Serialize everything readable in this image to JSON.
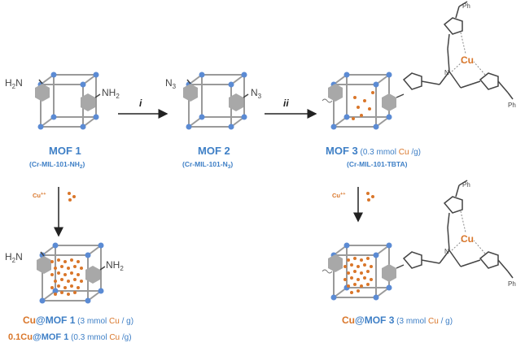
{
  "colors": {
    "blue": "#3e7fc6",
    "orange": "#d9762a",
    "gray": "#9a9a9a",
    "dark": "#444444",
    "node": "#5b8bd4"
  },
  "mof1": {
    "title": "MOF 1",
    "sub": "(Cr-MIL-101-NH",
    "sub_sub": "2",
    "sub_end": ")",
    "left_group": "H",
    "left_group_sub": "2",
    "left_group_end": "N",
    "right_group": "NH",
    "right_group_sub": "2"
  },
  "mof2": {
    "title": "MOF 2",
    "sub": "(Cr-MIL-101-N",
    "sub_sub": "3",
    "sub_end": ")",
    "left_group": "N",
    "left_group_sub": "3",
    "right_group": "N",
    "right_group_sub": "3"
  },
  "mof3": {
    "title": "MOF 3",
    "loading_open": " (0.3 mmol ",
    "loading_cu": "Cu",
    "loading_close": " /g)",
    "sub": "(Cr-MIL-101-TBTA)"
  },
  "arrows": {
    "step1": "i",
    "step2": "ii"
  },
  "reagent": {
    "cu_ion": "Cu",
    "cu_charge": "++"
  },
  "ligand": {
    "metal": "Cu",
    "ph": "Ph",
    "n": "N"
  },
  "products": {
    "a_cu": "Cu",
    "a_mof": "@MOF 1",
    "a_open": " (3 mmol ",
    "a_unit_cu": "Cu",
    "a_close": " / g)",
    "b_prefix": "0.1Cu",
    "b_mof": "@MOF 1",
    "b_open": " (0.3 mmol ",
    "b_unit_cu": "Cu",
    "b_close": " /g)",
    "c_cu": "Cu",
    "c_mof": "@MOF 3",
    "c_open": " (3 mmol ",
    "c_unit_cu": "Cu",
    "c_close": " / g)"
  }
}
